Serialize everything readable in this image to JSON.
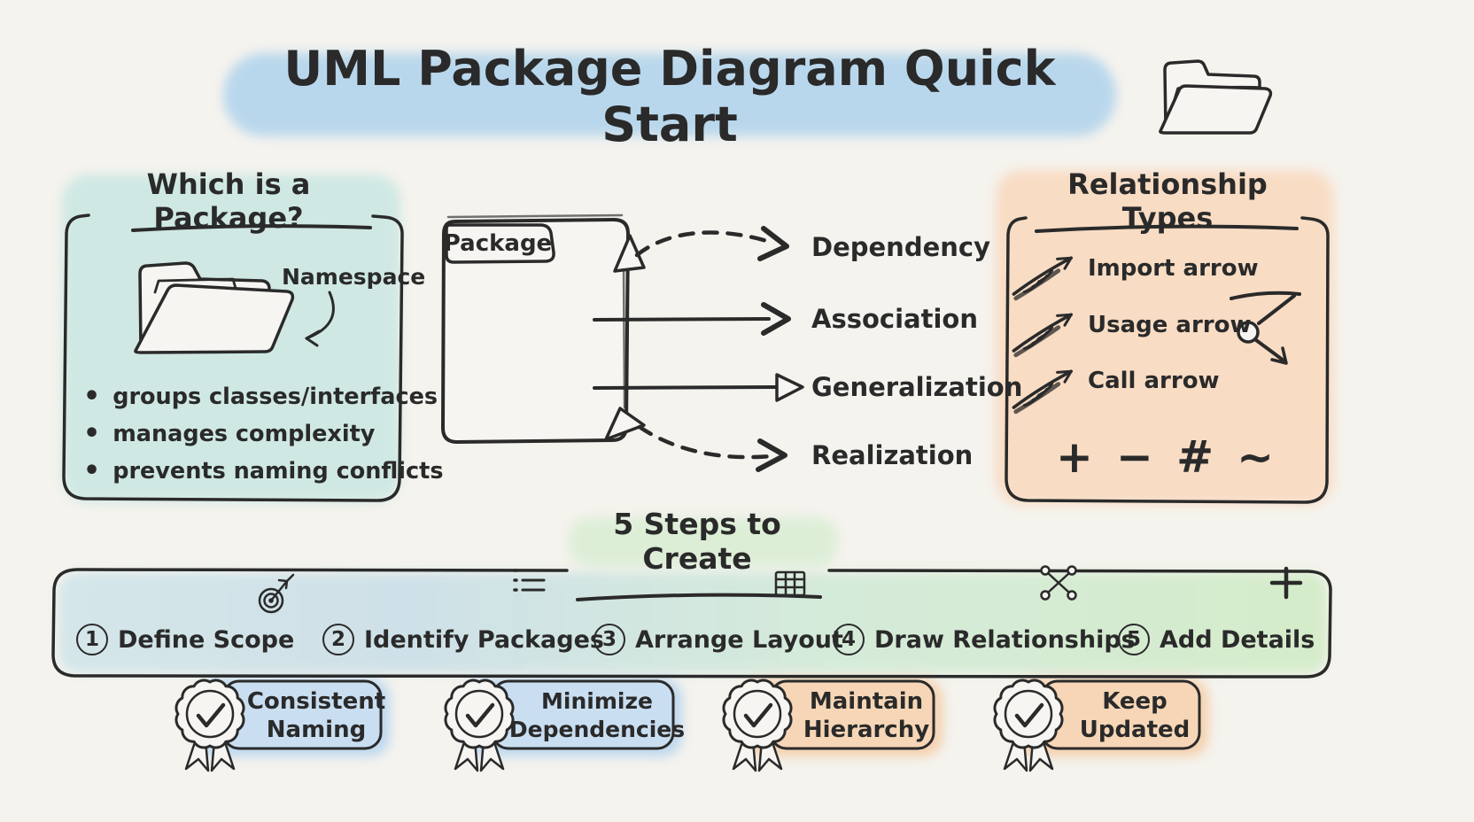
{
  "colors": {
    "background": "#f5f3ee",
    "ink": "#2a2a2a",
    "title_highlight": "#b9d7ec",
    "left_panel": "#cfe8e3",
    "right_panel": "#f8dcc4",
    "steps_title_wash": "#ddeed7",
    "badge_blue": "#c9def1",
    "badge_peach": "#f6d6b6"
  },
  "title": "UML Package Diagram Quick Start",
  "left_panel": {
    "title": "Which is a Package?",
    "annotation": "Namespace",
    "bullets": [
      "groups classes/interfaces",
      "manages complexity",
      "prevents naming conflicts"
    ]
  },
  "diagram": {
    "package_label": "Package",
    "relationships": [
      "Dependency",
      "Association",
      "Generalization",
      "Realization"
    ]
  },
  "right_panel": {
    "title": "Relationship Types",
    "items": [
      "Import arrow",
      "Usage arrow",
      "Call arrow"
    ],
    "visibility_symbols": [
      "+",
      "−",
      "#",
      "~"
    ]
  },
  "steps": {
    "title": "5 Steps to Create",
    "items": [
      {
        "num": "1",
        "label": "Define Scope"
      },
      {
        "num": "2",
        "label": "Identify Packages"
      },
      {
        "num": "3",
        "label": "Arrange Layout"
      },
      {
        "num": "4",
        "label": "Draw Relationships"
      },
      {
        "num": "5",
        "label": "Add Details"
      }
    ]
  },
  "badges": [
    {
      "line1": "Consistent",
      "line2": "Naming"
    },
    {
      "line1": "Minimize",
      "line2": "Dependencies"
    },
    {
      "line1": "Maintain",
      "line2": "Hierarchy"
    },
    {
      "line1": "Keep",
      "line2": "Updated"
    }
  ],
  "icons": {
    "title_icon": "folder-icon",
    "package_icon": "folder-icon",
    "step_icons": [
      "target-icon",
      "list-icon",
      "grid-icon",
      "network-icon",
      "plus-icon"
    ],
    "badge_icon": "rosette-check-icon",
    "relationship_icon": "feather-arrow-icon"
  }
}
